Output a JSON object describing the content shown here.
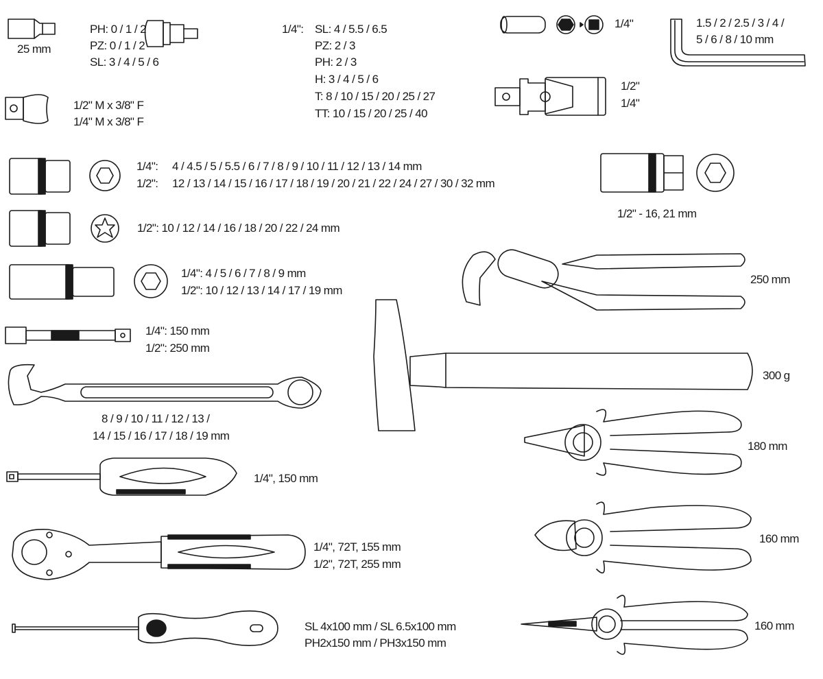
{
  "bits": {
    "length": "25 mm",
    "lines": [
      "PH: 0 / 1 / 2",
      "PZ: 0 / 1 / 2",
      "SL: 3 / 4 / 5 / 6"
    ]
  },
  "bit_sockets": {
    "drive": "1/4\":",
    "lines": [
      "SL:  4 / 5.5 / 6.5",
      "PZ:  2 / 3",
      "PH:  2 / 3",
      "H:    3 / 4 / 5 / 6",
      "T:    8 / 10 / 15 / 20 / 25 / 27",
      "TT:  10 / 15 / 20 / 25 / 40"
    ]
  },
  "adapters": {
    "lines": [
      "1/2\" M x 3/8\" F",
      "1/4\" M x 3/8\" F"
    ]
  },
  "bit_adapter": {
    "label": "1/4\""
  },
  "hex_keys": {
    "lines": [
      "1.5 / 2 / 2.5 / 3 / 4 /",
      "5 / 6 / 8 / 10 mm"
    ]
  },
  "universal_joint": {
    "lines": [
      "1/2\"",
      "1/4\""
    ]
  },
  "hex_sockets": {
    "rows": [
      {
        "drive": "1/4\":",
        "sizes": "4 / 4.5 / 5 / 5.5 / 6 / 7 / 8 / 9 / 10 / 11 / 12 / 13 / 14 mm"
      },
      {
        "drive": "1/2\":",
        "sizes": "12 / 13 / 14 / 15 / 16 / 17 / 18 / 19 / 20 / 21 / 22 / 24 / 27 / 30 / 32 mm"
      }
    ]
  },
  "spark_plug_sockets": {
    "label": "1/2\"   -    16, 21 mm"
  },
  "torx_sockets": {
    "label": "1/2\":   10 / 12 / 14 / 16 / 18 / 20 / 22 / 24 mm"
  },
  "deep_sockets": {
    "lines": [
      "1/4\":   4 / 5 / 6 / 7 / 8 / 9 mm",
      "1/2\":   10 / 12 / 13 / 14 / 17 / 19 mm"
    ]
  },
  "extensions": {
    "lines": [
      "1/4\":  150 mm",
      "1/2\": 250 mm"
    ]
  },
  "combination_wrenches": {
    "lines": [
      "8 / 9 / 10 / 11 / 12 / 13 /",
      "14 / 15 / 16 / 17 / 18 / 19 mm"
    ]
  },
  "spinner_handle": {
    "label": "1/4\", 150 mm"
  },
  "ratchets": {
    "lines": [
      "1/4\", 72T, 155 mm",
      "1/2\", 72T, 255 mm"
    ]
  },
  "screwdrivers": {
    "lines": [
      "SL 4x100 mm / SL 6.5x100 mm",
      "PH2x150 mm / PH3x150 mm"
    ]
  },
  "water_pump_pliers": {
    "label": "250 mm"
  },
  "hammer": {
    "label": "300 g"
  },
  "combination_pliers": {
    "label": "180 mm"
  },
  "diagonal_cutters": {
    "label": "160 mm"
  },
  "long_nose_pliers": {
    "label": "160 mm"
  }
}
